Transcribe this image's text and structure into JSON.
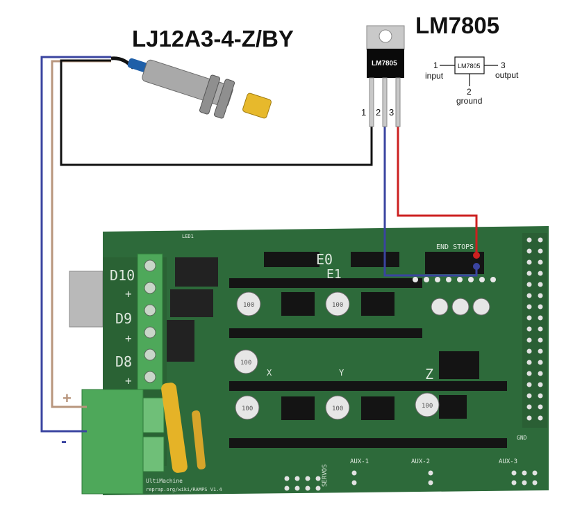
{
  "sensor": {
    "title": "LJ12A3-4-Z/BY"
  },
  "regulator": {
    "title": "LM7805",
    "package_label": "LM7805",
    "pins": [
      "1",
      "2",
      "3"
    ],
    "schematic": {
      "box_label": "LM7805",
      "input_number": "1",
      "input_label": "input",
      "output_number": "3",
      "output_label": "output",
      "ground_number": "2",
      "ground_label": "ground"
    }
  },
  "power_terminal": {
    "plus": "+",
    "minus": "-"
  },
  "board": {
    "screw_labels": [
      "D10",
      "D9",
      "D8"
    ],
    "plus_signs": [
      "+",
      "+",
      "+"
    ],
    "header_labels": {
      "e0": "E0",
      "e1": "E1",
      "endstops": "END STOPS",
      "z": "Z",
      "x": "X",
      "y": "Y",
      "aux1": "AUX-1",
      "aux2": "AUX-2",
      "aux3": "AUX-3",
      "servos": "SERVOS",
      "gnd": "GND",
      "led1": "LED1",
      "cap_label": "100"
    },
    "footer": "UltiMachine",
    "footer2": "reprap.org/wiki/RAMPS V1.4"
  },
  "wire_colors": {
    "blue": "#3a44a0",
    "brown": "#b8967d",
    "black": "#111111",
    "red": "#cc2020",
    "pcb": "#2d6a3a"
  }
}
